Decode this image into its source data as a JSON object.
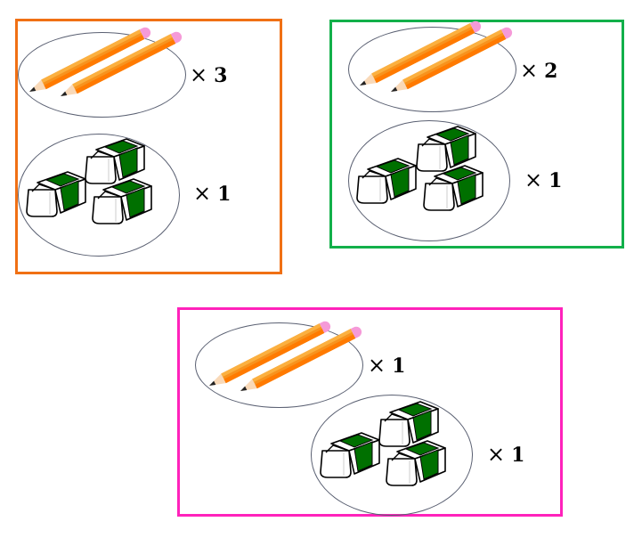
{
  "groups": [
    {
      "name": "orange-group",
      "border_color": "#f07014",
      "pencils": {
        "count_shown": 2,
        "multiplier_symbol": "×",
        "multiplier": "3"
      },
      "erasers": {
        "count_shown": 3,
        "multiplier_symbol": "×",
        "multiplier": "1"
      }
    },
    {
      "name": "green-group",
      "border_color": "#12b04a",
      "pencils": {
        "count_shown": 2,
        "multiplier_symbol": "×",
        "multiplier": "2"
      },
      "erasers": {
        "count_shown": 3,
        "multiplier_symbol": "×",
        "multiplier": "1"
      }
    },
    {
      "name": "pink-group",
      "border_color": "#ff22bb",
      "pencils": {
        "count_shown": 2,
        "multiplier_symbol": "×",
        "multiplier": "1"
      },
      "erasers": {
        "count_shown": 3,
        "multiplier_symbol": "×",
        "multiplier": "1"
      }
    }
  ],
  "colors": {
    "pencil_body": "#f7931e",
    "pencil_stripe": "#ff7a00",
    "pencil_eraser": "#f59ad8",
    "pencil_wood": "#f9d9b8",
    "pencil_lead": "#222222",
    "eraser_band": "#007000",
    "ellipse_stroke": "#5a6072"
  }
}
